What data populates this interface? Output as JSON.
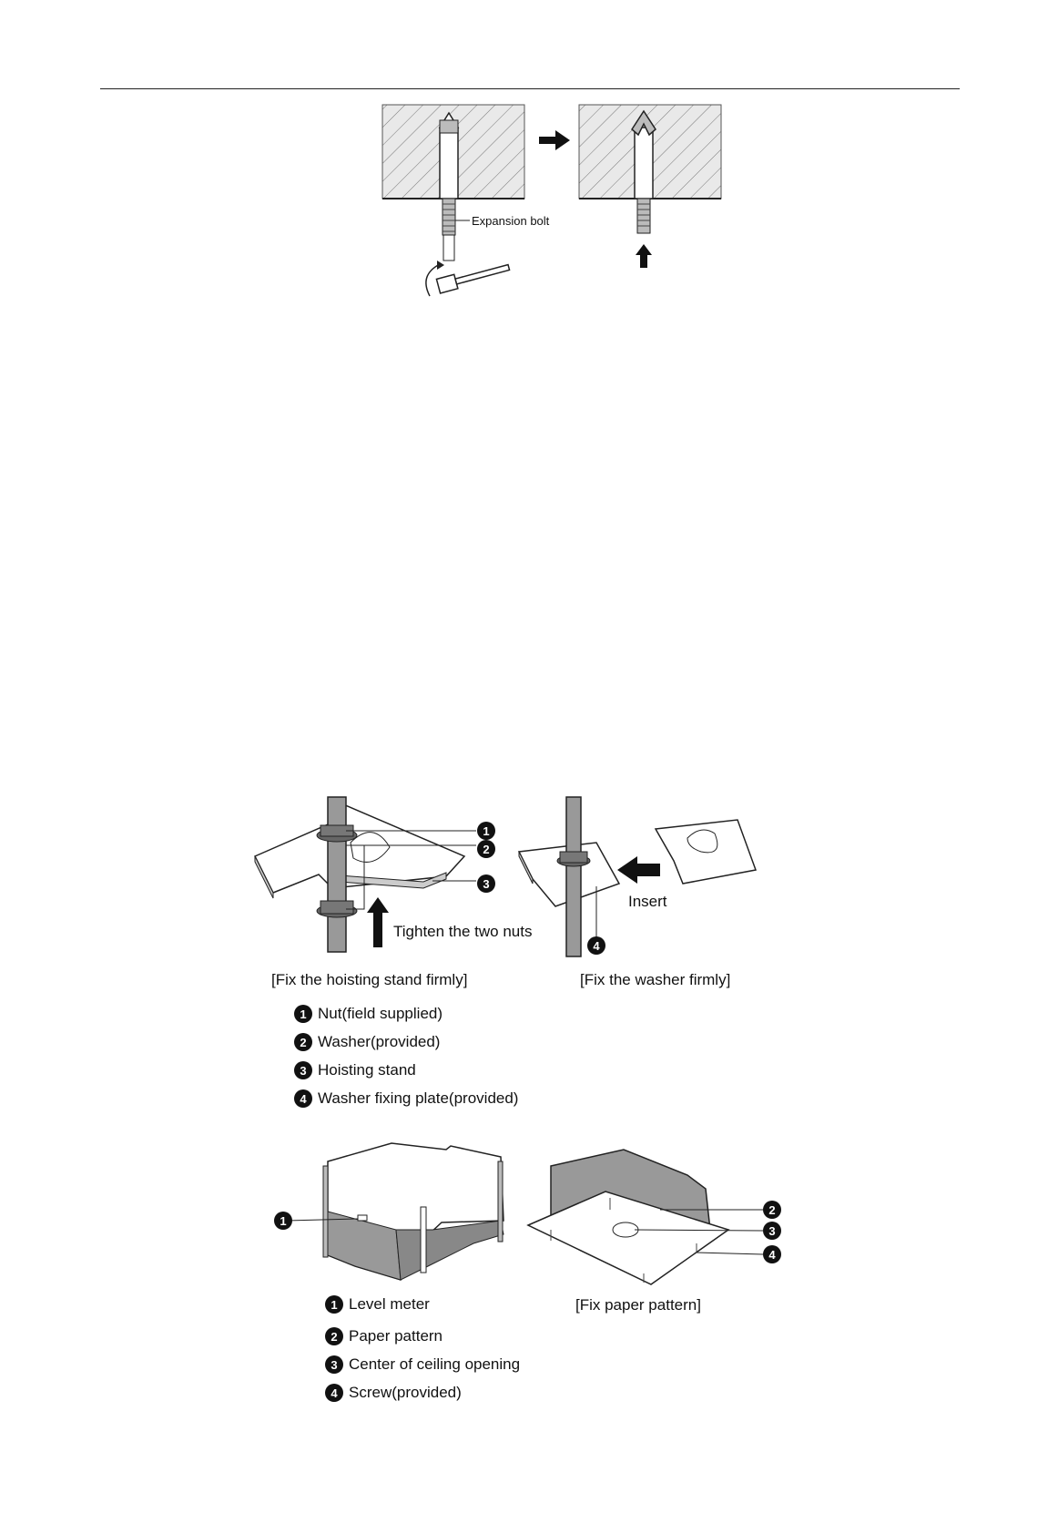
{
  "figure1": {
    "label_expansion_bolt": "Expansion bolt"
  },
  "figure2": {
    "label_tighten": "Tighten the two nuts",
    "label_insert": "Insert",
    "caption_left": "[Fix the hoisting stand firmly]",
    "caption_right": "[Fix the washer firmly]",
    "markers": [
      "1",
      "2",
      "3",
      "4"
    ],
    "legend": [
      {
        "num": "1",
        "text": "Nut(field supplied)"
      },
      {
        "num": "2",
        "text": "Washer(provided)"
      },
      {
        "num": "3",
        "text": "Hoisting stand"
      },
      {
        "num": "4",
        "text": "Washer fixing plate(provided)"
      }
    ]
  },
  "figure3": {
    "caption_right": "[Fix paper pattern]",
    "markers": [
      "1",
      "2",
      "3",
      "4"
    ],
    "legend": [
      {
        "num": "1",
        "text": "Level meter"
      },
      {
        "num": "2",
        "text": "Paper pattern"
      },
      {
        "num": "3",
        "text": "Center of ceiling opening"
      },
      {
        "num": "4",
        "text": "Screw(provided)"
      }
    ]
  }
}
